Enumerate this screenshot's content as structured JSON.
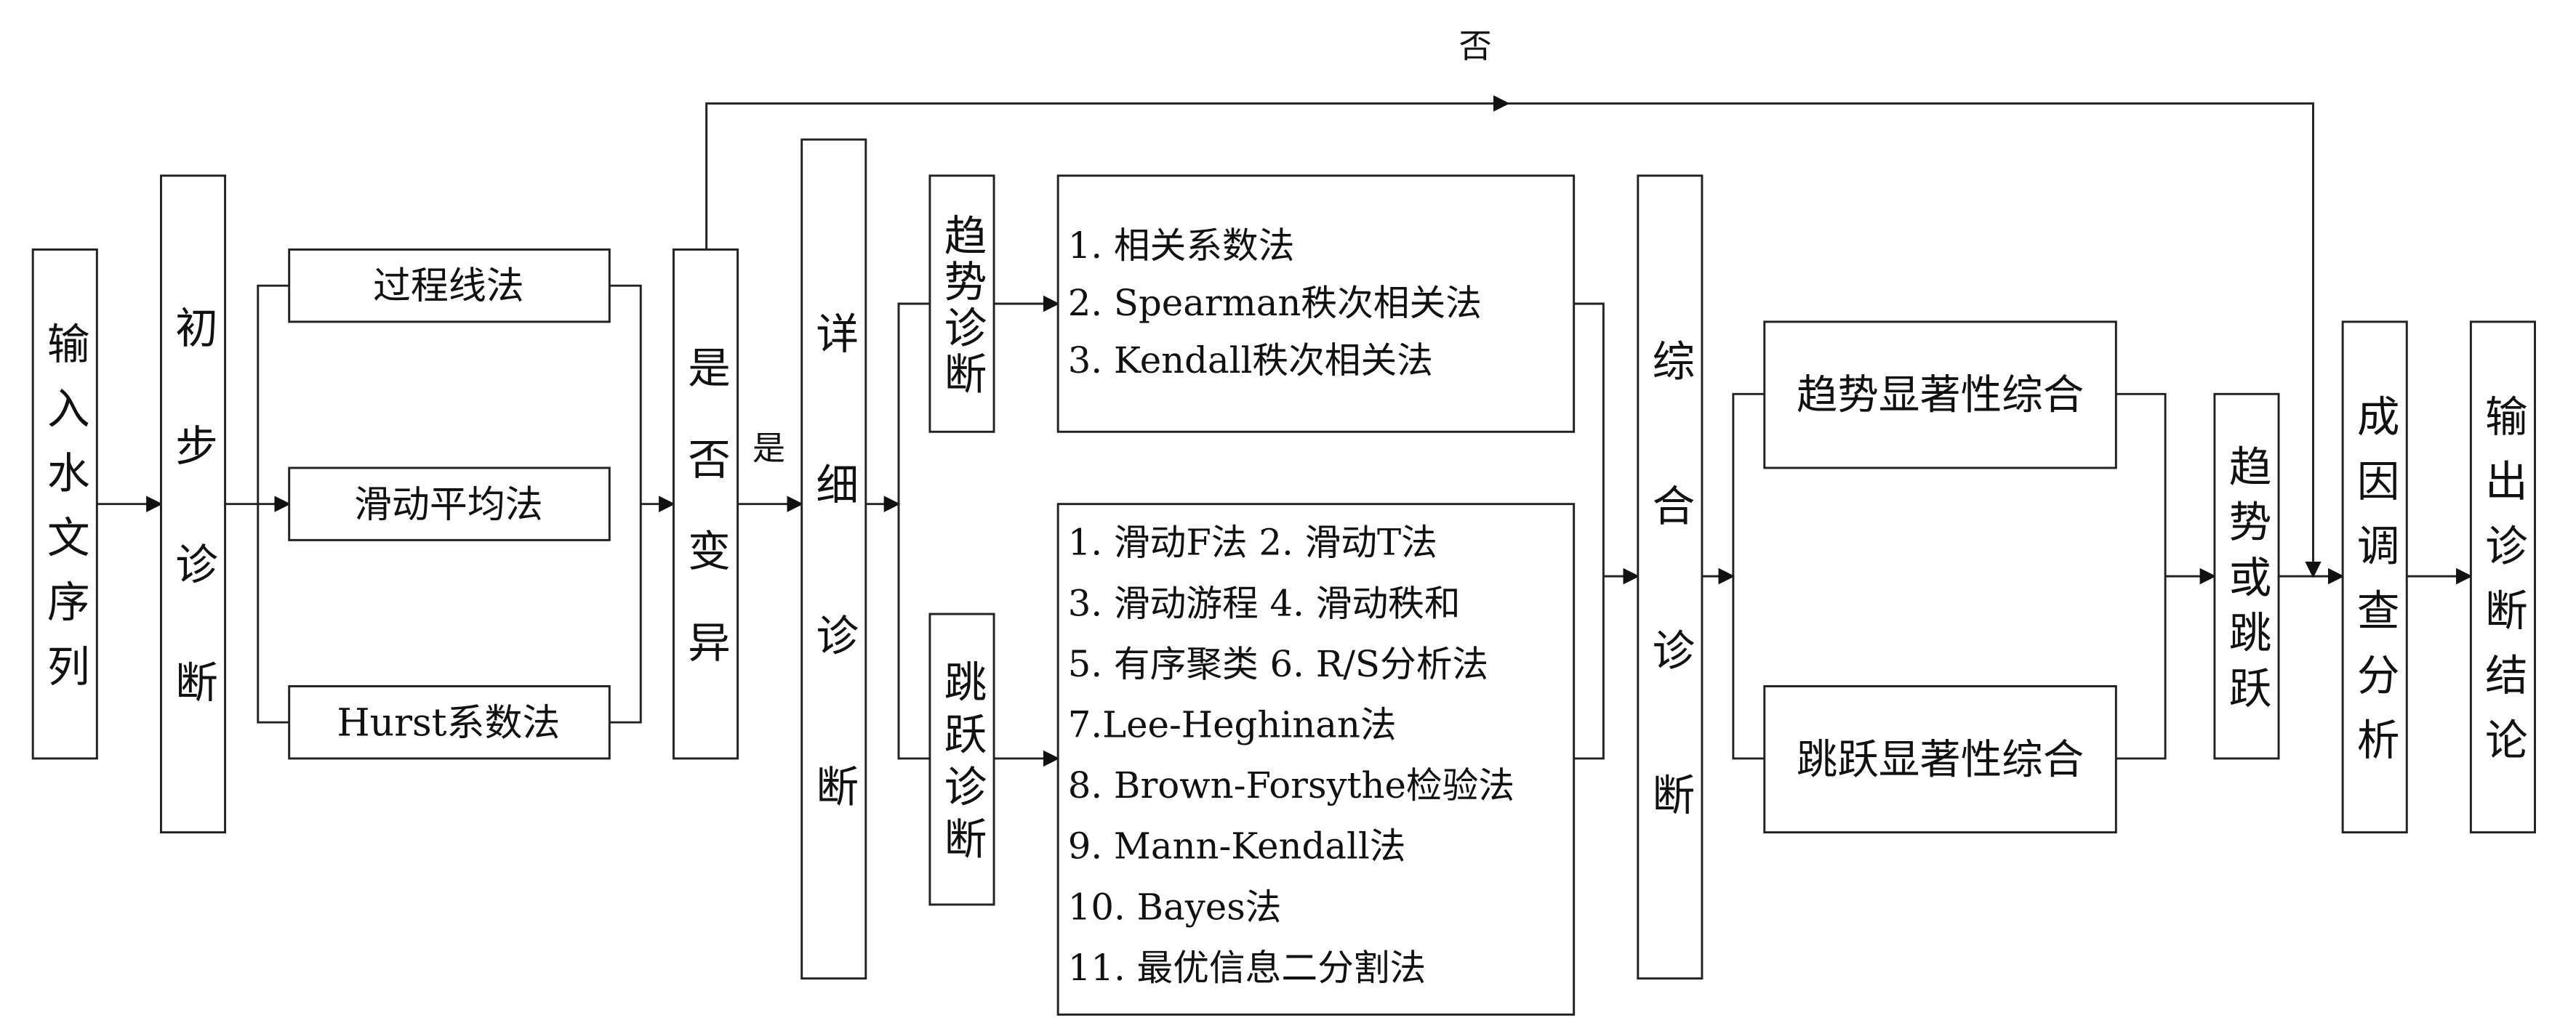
{
  "vertical_boxes": [
    {
      "id": "input",
      "label": "输入水文序列"
    },
    {
      "id": "preliminary",
      "label": "初步诊断"
    },
    {
      "id": "variation",
      "label": "是否变异"
    },
    {
      "id": "detailed",
      "label": "详细诊断"
    },
    {
      "id": "trend-diag",
      "label": "趋势诊断"
    },
    {
      "id": "jump-diag",
      "label": "跳跃诊断"
    },
    {
      "id": "comprehensive",
      "label": "综合诊断"
    },
    {
      "id": "trend-or-jump",
      "label": "趋势或跳跃"
    },
    {
      "id": "cause",
      "label": "成因调查分析"
    },
    {
      "id": "output",
      "label": "输出诊断结论"
    }
  ],
  "preliminary_methods": [
    "过程线法",
    "滑动平均法",
    "Hurst系数法"
  ],
  "trend_methods": [
    "1. 相关系数法",
    "2. Spearman秩次相关法",
    "3. Kendall秩次相关法"
  ],
  "jump_methods": [
    "1. 滑动F法  2. 滑动T法",
    "3. 滑动游程  4. 滑动秩和",
    "5. 有序聚类  6. R/S分析法",
    "7.Lee-Heghinan法",
    "8. Brown-Forsythe检验法",
    "9. Mann-Kendall法",
    "10. Bayes法",
    "11. 最优信息二分割法"
  ],
  "synthesis": [
    "趋势显著性综合",
    "跳跃显著性综合"
  ],
  "labels": {
    "yes": "是",
    "no": "否"
  }
}
